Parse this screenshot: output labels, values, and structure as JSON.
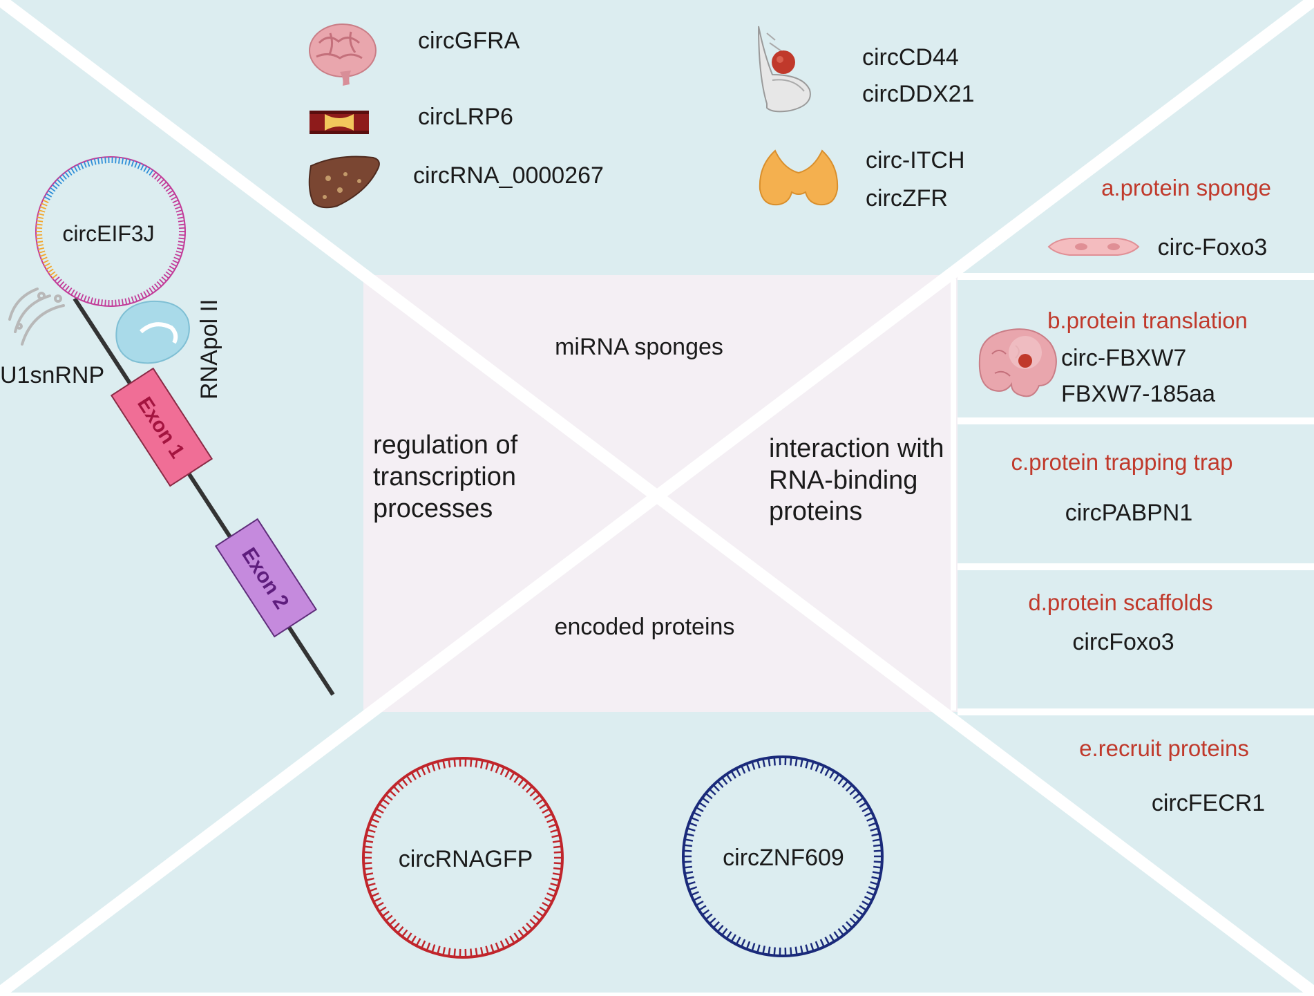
{
  "colors": {
    "panel": "#dcedf0",
    "center": "#f4eff4",
    "divider": "#ffffff",
    "heading_red": "#c0392b",
    "text": "#1a1a1a",
    "exon1_fill": "#f06e96",
    "exon1_text": "#a3143f",
    "exon2_fill": "#c58add",
    "exon2_text": "#5e1d7d",
    "circle_red": "#c0252b",
    "circle_blue": "#1a2a7a",
    "rnapol": "#a9dae9"
  },
  "icons": {
    "brain": "brain-icon",
    "artery": "artery-icon",
    "liver": "liver-icon",
    "breast": "breast-tumor-icon",
    "thyroid": "thyroid-icon",
    "muscle": "muscle-cell-icon",
    "brain_tumor": "brain-tumor-icon"
  },
  "center": {
    "top": "miRNA sponges",
    "bottom": "encoded proteins",
    "left": [
      "regulation of",
      "transcription",
      "processes"
    ],
    "right": [
      "interaction with",
      "RNA-binding",
      "proteins"
    ]
  },
  "top_panel": {
    "brain_label": "circGFRA",
    "artery_label": "circLRP6",
    "liver_label": "circRNA_0000267",
    "breast_labels": [
      "circCD44",
      "circDDX21"
    ],
    "thyroid_labels": [
      "circ-ITCH",
      "circZFR"
    ]
  },
  "left_panel": {
    "circle_label": "circEIF3J",
    "u1": "U1snRNP",
    "rnapol": "RNApol II",
    "exon1": "Exon 1",
    "exon2": "Exon 2"
  },
  "bottom_panel": {
    "circle1": "circRNAGFP",
    "circle2": "circZNF609"
  },
  "right_panel": {
    "a_title": "a.protein sponge",
    "a_item": "circ-Foxo3",
    "b_title": "b.protein translation",
    "b_items": [
      "circ-FBXW7",
      "FBXW7-185aa"
    ],
    "c_title": "c.protein trapping trap",
    "c_item": "circPABPN1",
    "d_title": "d.protein scaffolds",
    "d_item": "circFoxo3",
    "e_title": "e.recruit proteins",
    "e_item": "circFECR1"
  }
}
